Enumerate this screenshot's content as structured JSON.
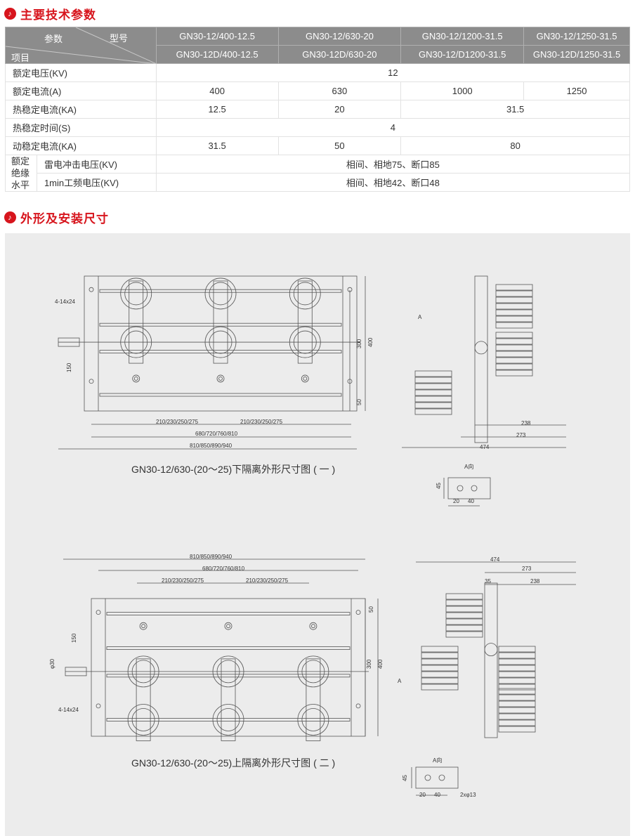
{
  "section1": {
    "icon": "logo-icon",
    "title": "主要技术参数"
  },
  "table": {
    "corner": {
      "param": "参数",
      "model": "型号",
      "item": "项目"
    },
    "models_row1": [
      "GN30-12/400-12.5",
      "GN30-12/630-20",
      "GN30-12/1200-31.5",
      "GN30-12/1250-31.5"
    ],
    "models_row2": [
      "GN30-12D/400-12.5",
      "GN30-12D/630-20",
      "GN30-12/D1200-31.5",
      "GN30-12D/1250-31.5"
    ],
    "rated_voltage": {
      "label": "额定电压(KV)",
      "value": "12"
    },
    "rated_current": {
      "label": "额定电流(A)",
      "values": [
        "400",
        "630",
        "1000",
        "1250"
      ]
    },
    "thermal_current": {
      "label": "热稳定电流(KA)",
      "values": [
        "12.5",
        "20",
        "31.5"
      ]
    },
    "thermal_time": {
      "label": "热稳定时间(S)",
      "value": "4"
    },
    "dynamic_current": {
      "label": "动稳定电流(KA)",
      "values": [
        "31.5",
        "50",
        "80"
      ]
    },
    "insulation": {
      "label": "额定绝缘水平",
      "lightning_label": "雷电冲击电压(KV)",
      "lightning_value": "相间、相地75、断口85",
      "power_label": "1min工频电压(KV)",
      "power_value": "相间、相地42、断口48"
    }
  },
  "section2": {
    "icon": "logo-icon",
    "title": "外形及安装尺寸"
  },
  "drawing1": {
    "caption": "GN30-12/630-(20～25)下隔离外形尺寸图 ( 一 )",
    "holes": "4-14x24",
    "d150": "150",
    "d300": "300",
    "d400": "400",
    "d50": "50",
    "pitch": "210/230/250/275",
    "mount": "680/720/760/810",
    "overall": "810/850/890/940",
    "side": {
      "a": "A",
      "d238": "238",
      "d273": "273",
      "d474": "474"
    },
    "aview": {
      "title": "A向",
      "d45": "45",
      "d20": "20",
      "d40": "40"
    }
  },
  "drawing2": {
    "caption": "GN30-12/630-(20～25)上隔离外形尺寸图 ( 二 )",
    "holes": "4-14x24",
    "d150": "150",
    "phi": "φ30",
    "d300": "300",
    "d400": "400",
    "d50": "50",
    "pitch": "210/230/250/275",
    "mount": "680/720/760/810",
    "overall": "810/850/890/940",
    "side": {
      "a": "A",
      "d474": "474",
      "d273": "273",
      "d35": "35",
      "d238": "238"
    },
    "aview": {
      "title": "A向",
      "d45": "45",
      "d20": "20",
      "d40": "40",
      "holes": "2xφ13"
    }
  }
}
